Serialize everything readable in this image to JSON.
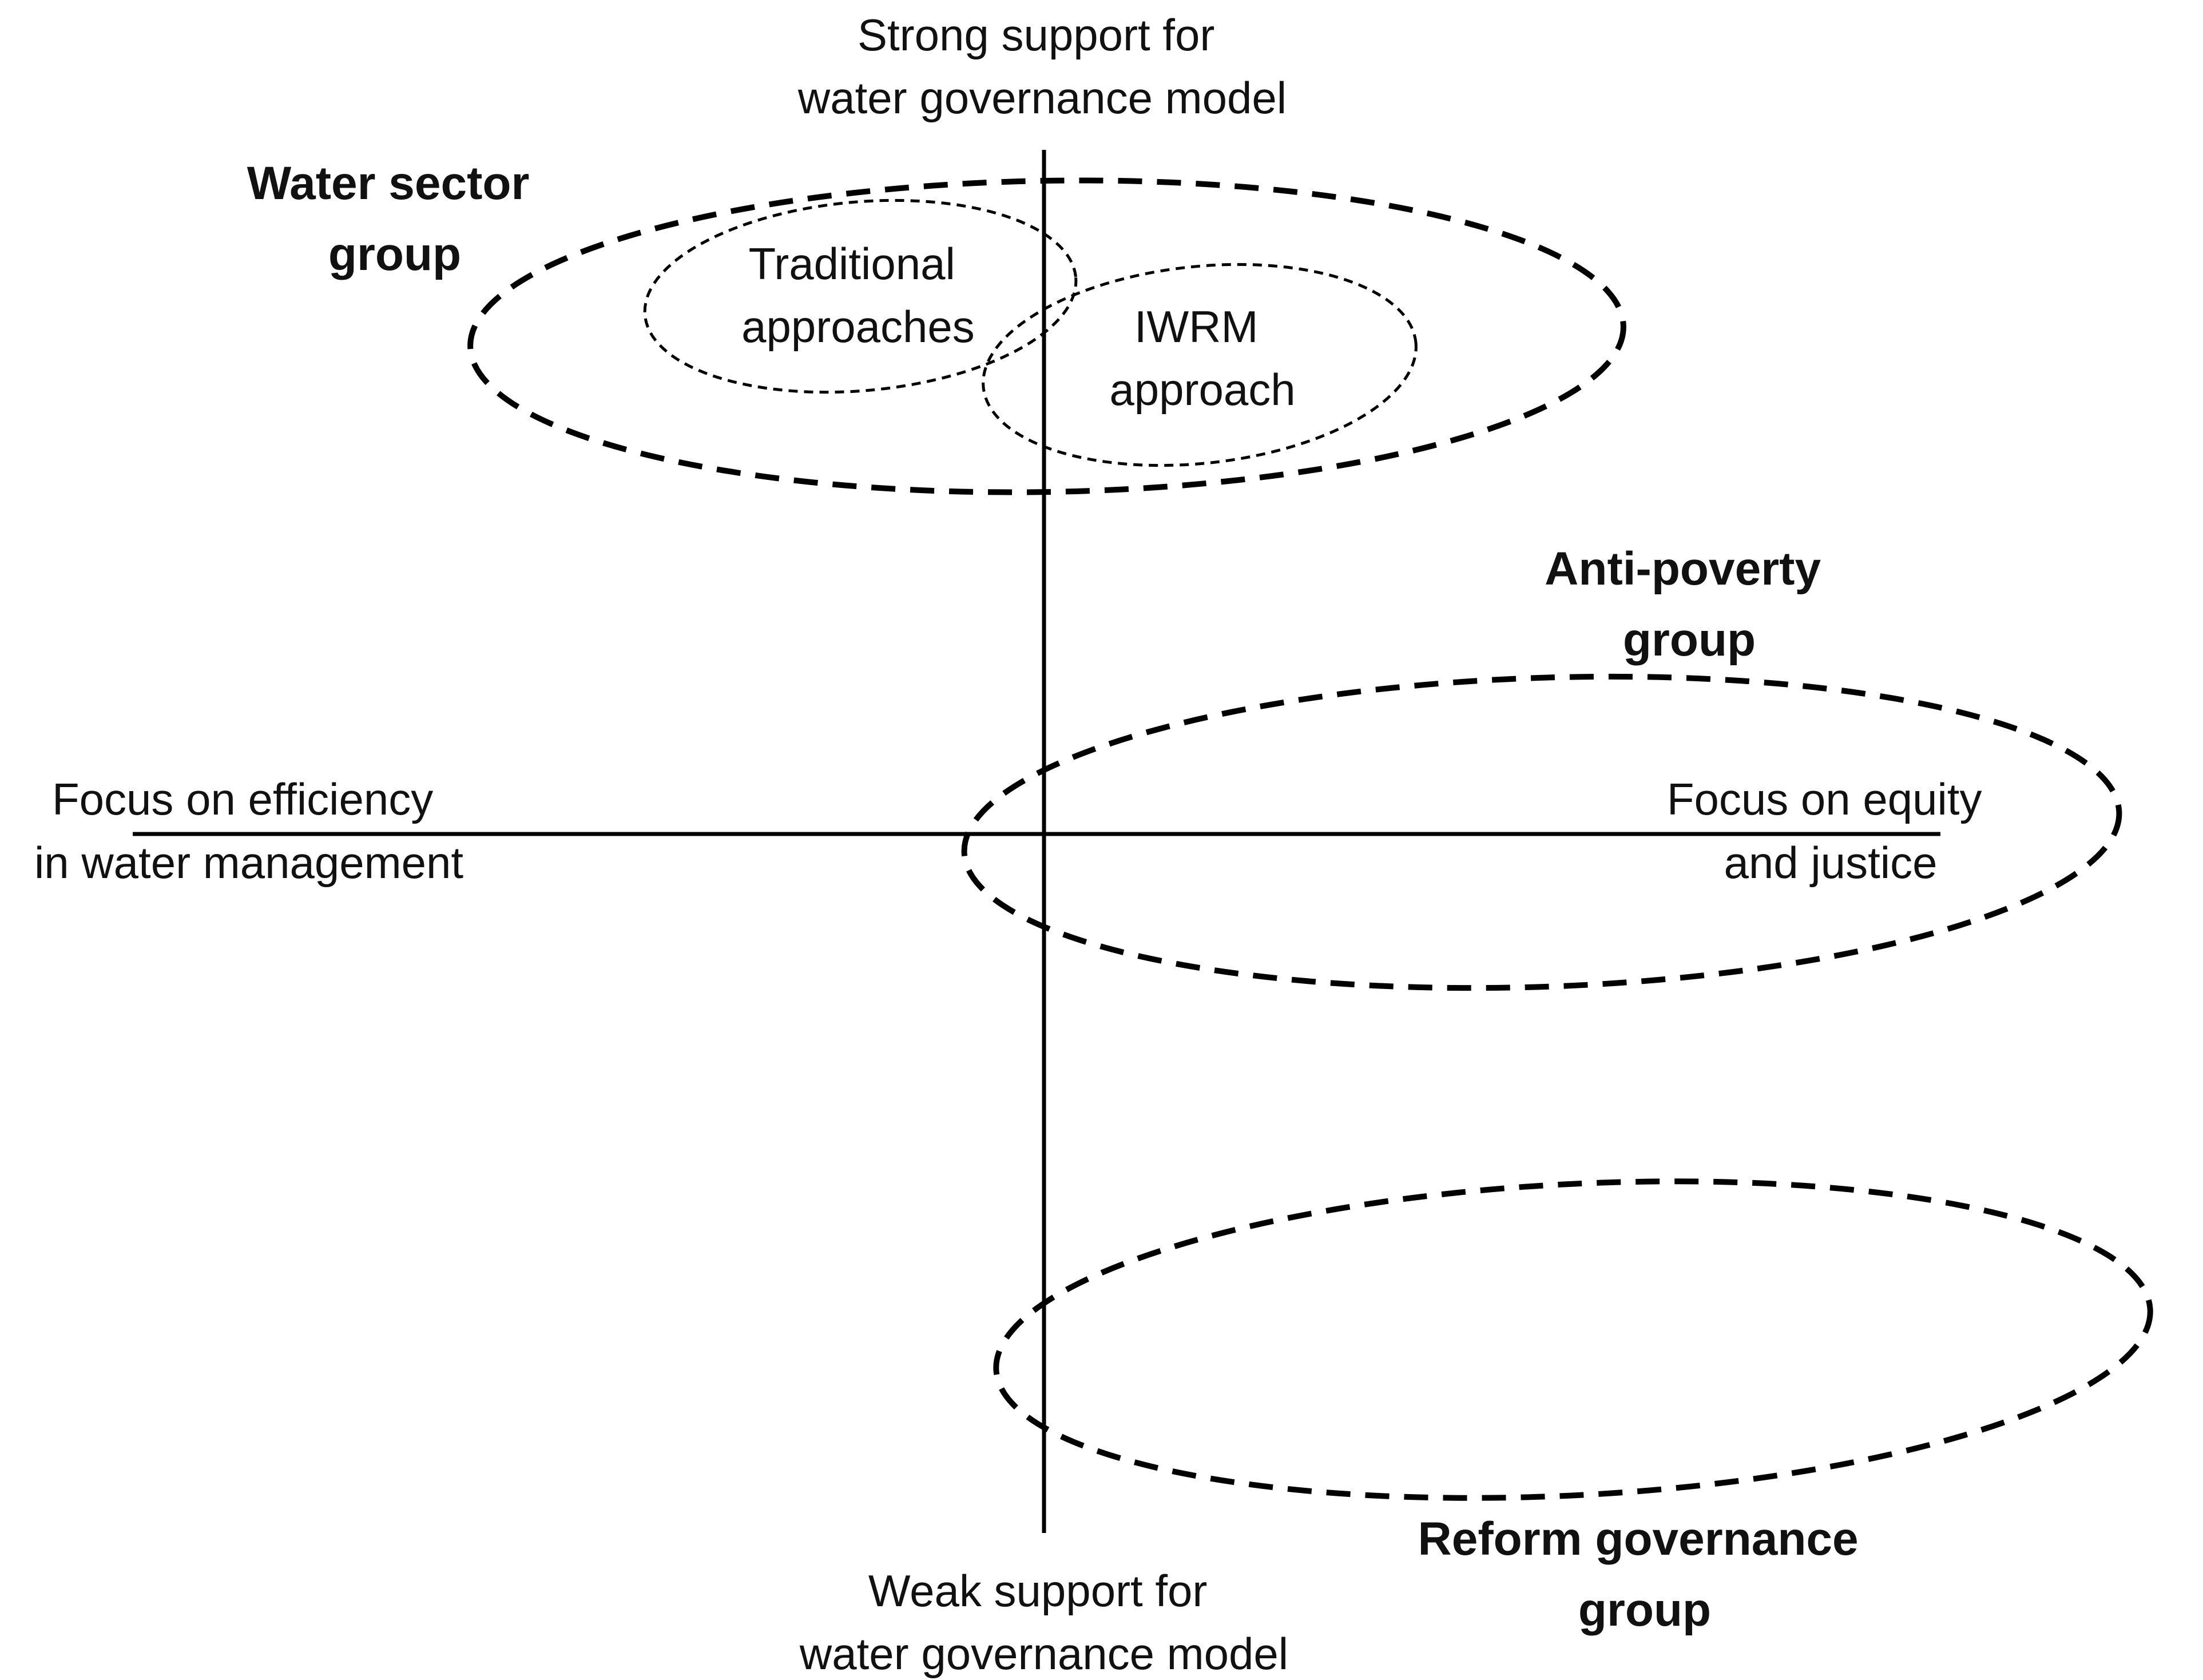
{
  "axes": {
    "vertical_top": [
      "Strong support for",
      "water governance model"
    ],
    "vertical_bottom": [
      "Weak support for",
      "water governance model"
    ],
    "horizontal_left": [
      "Focus on efficiency",
      "in water management"
    ],
    "horizontal_right": [
      "Focus on equity",
      "and justice"
    ]
  },
  "groups": {
    "water_sector": [
      "Water sector",
      "group"
    ],
    "anti_poverty": [
      "Anti-poverty",
      "group"
    ],
    "reform_governance": [
      "Reform governance",
      "group"
    ]
  },
  "subgroups": {
    "traditional": [
      "Traditional",
      "approaches"
    ],
    "iwrm": [
      "IWRM",
      "approach"
    ]
  },
  "colors": {
    "line": "#000000",
    "text": "#111111",
    "background": "#ffffff"
  }
}
